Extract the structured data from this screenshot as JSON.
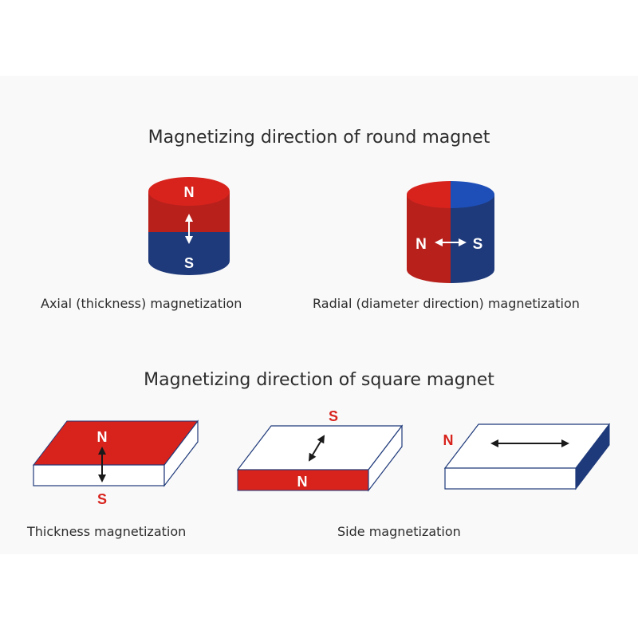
{
  "round_section": {
    "title": "Magnetizing direction of round magnet",
    "axial": {
      "caption": "Axial (thickness) magnetization",
      "north_label": "N",
      "south_label": "S"
    },
    "radial": {
      "caption": "Radial (diameter direction) magnetization",
      "north_label": "N",
      "south_label": "S"
    }
  },
  "square_section": {
    "title": "Magnetizing direction of square magnet",
    "thickness": {
      "caption": "Thickness magnetization",
      "north_label": "N",
      "south_label": "S"
    },
    "side": {
      "caption": "Side magnetization",
      "block_a": {
        "north_label": "N",
        "south_label": "S"
      },
      "block_b": {
        "north_label": "N"
      }
    }
  },
  "colors": {
    "north_red": "#d8231d",
    "north_red_dark": "#b8201c",
    "south_blue": "#1f3a7a",
    "south_blue_top": "#1e4fb8",
    "block_white": "#ffffff",
    "outline": "#1f3a7a",
    "arrow_dark": "#1a1a1a"
  }
}
